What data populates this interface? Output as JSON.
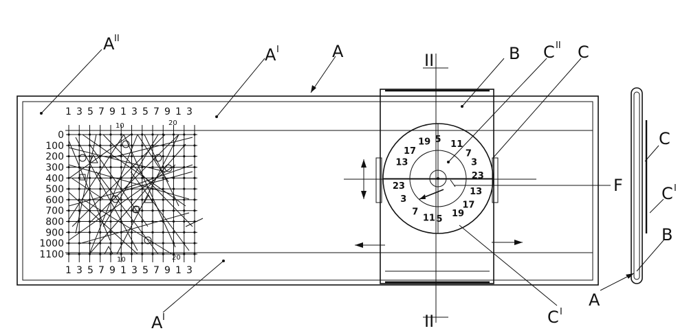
{
  "labels": {
    "A": "A",
    "A_prime": "A",
    "A_prime_sup": "I",
    "A_double": "A",
    "A_double_sup": "II",
    "B": "B",
    "C": "C",
    "C_prime": "C",
    "C_prime_sup": "I",
    "C_double": "C",
    "C_double_sup": "II",
    "F": "F",
    "section": "II"
  },
  "top_scale": [
    "1",
    "3",
    "5",
    "7",
    "9",
    "1",
    "3",
    "5",
    "7",
    "9",
    "1",
    "3"
  ],
  "bottom_scale": [
    "1",
    "3",
    "5",
    "7",
    "9",
    "1",
    "3",
    "5",
    "7",
    "9",
    "1",
    "3"
  ],
  "top_ticks": [
    "10",
    "20"
  ],
  "bottom_ticks": [
    "10",
    "20"
  ],
  "row_scale": [
    "0",
    "100",
    "200",
    "300",
    "400",
    "500",
    "600",
    "700",
    "800",
    "900",
    "1000",
    "1100"
  ],
  "dial_outer": [
    "5",
    "11",
    "7",
    "3",
    "23",
    "19",
    "17",
    "13"
  ],
  "dial_inner": [
    "23",
    "3",
    "7",
    "11",
    "5",
    "19",
    "17",
    "13"
  ]
}
